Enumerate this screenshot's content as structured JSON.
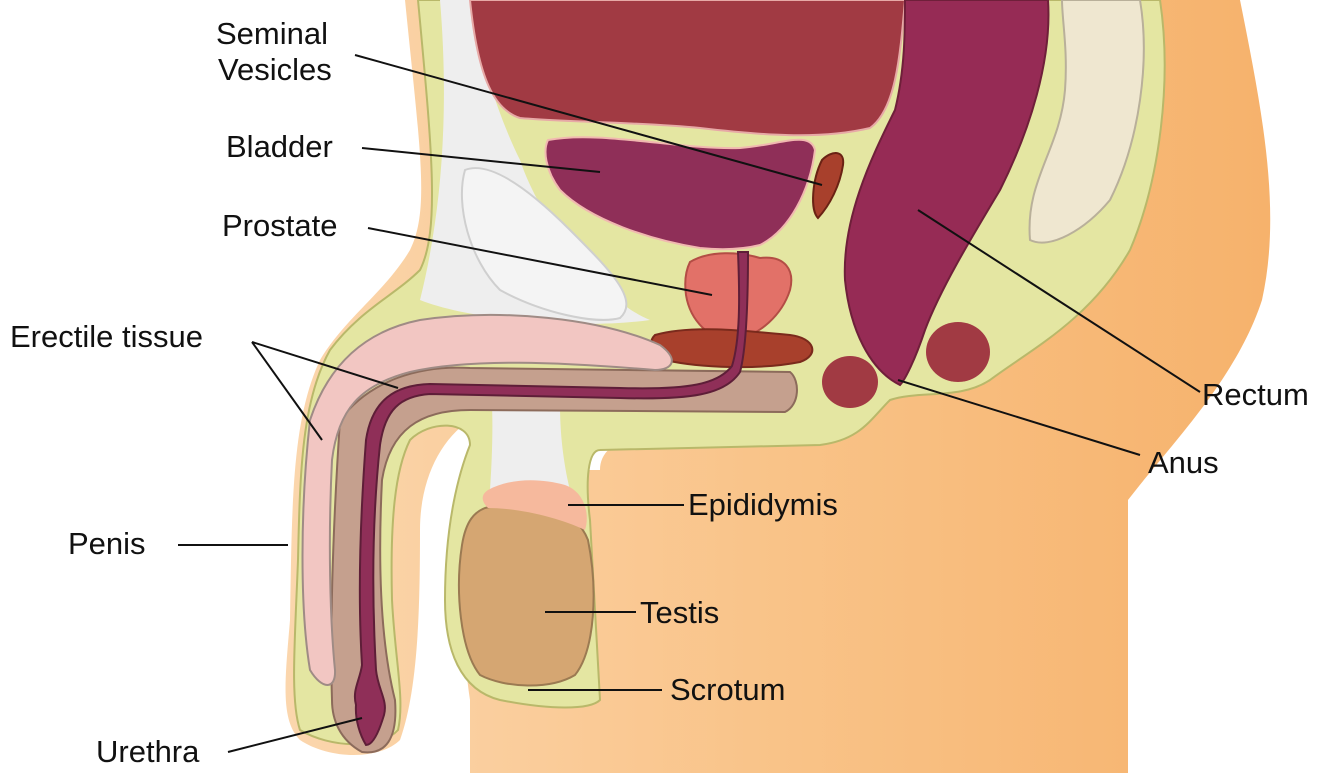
{
  "labels": {
    "seminal_vesicles_line1": "Seminal",
    "seminal_vesicles_line2": "Vesicles",
    "bladder": "Bladder",
    "prostate": "Prostate",
    "erectile_tissue": "Erectile tissue",
    "penis": "Penis",
    "urethra": "Urethra",
    "epididymis": "Epididymis",
    "testis": "Testis",
    "scrotum": "Scrotum",
    "rectum": "Rectum",
    "anus": "Anus"
  },
  "colors": {
    "skin": "#f7b978",
    "skin_light": "#fbd3a4",
    "fat": "#e4e6a2",
    "organ_dark": "#a13a43",
    "bladder": "#8f2f58",
    "rectum": "#962b55",
    "prostate": "#e27168",
    "urethra": "#8f2f58",
    "erectile_pink": "#f2c6c2",
    "erectile_brown": "#c5a08e",
    "testis": "#d5a672",
    "epididymis": "#f6b99d",
    "bone": "#efe7d0",
    "connective": "#eeeeee",
    "muscle_brown": "#a8402c",
    "leader_line": "#111111"
  }
}
